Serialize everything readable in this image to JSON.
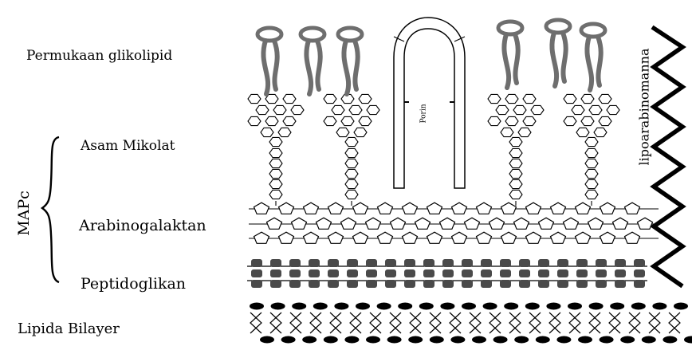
{
  "labels": {
    "surface_glycolipid": "Permukaan glikolipid",
    "mycolic_acid": "Asam Mikolat",
    "arabinogalactan": "Arabinogalaktan",
    "peptidoglycan": "Peptidoglikan",
    "lipid_bilayer": "Lipida Bilayer",
    "mapc": "MAPc",
    "lipoarabinomannan": "lipoarabinomanna",
    "porin": "Porin"
  },
  "colors": {
    "ink": "#000000",
    "lipid_gray": "#6e6e6e",
    "chain_gray": "#8a8a8a",
    "peptido_fill": "#4a4a4a",
    "background": "#ffffff"
  }
}
